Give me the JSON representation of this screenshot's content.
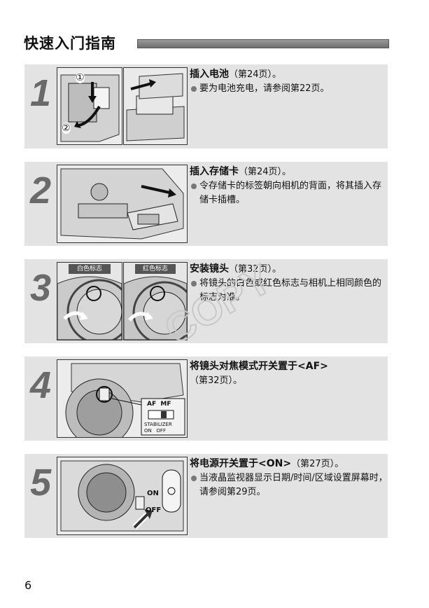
{
  "header": {
    "title": "快速入门指南"
  },
  "steps": [
    {
      "number": "1",
      "title": "插入电池",
      "page_ref": "（第24页）。",
      "bullets": [
        "要为电池充电，请参阅第22页。"
      ],
      "image_labels": {
        "callout_1": "①",
        "callout_2": "②"
      }
    },
    {
      "number": "2",
      "title": "插入存储卡",
      "page_ref": "（第24页）。",
      "bullets": [
        "令存储卡的标签朝向相机的背面，将其插入存储卡插槽。"
      ]
    },
    {
      "number": "3",
      "title": "安装镜头",
      "page_ref": "（第32页）。",
      "bullets": [
        "将镜头的白色或红色标志与相机上相同颜色的标志对准。"
      ],
      "image_labels": {
        "white_mark": "白色标志",
        "red_mark": "红色标志"
      }
    },
    {
      "number": "4",
      "title": "将镜头对焦模式开关置于<AF>",
      "page_ref": "（第32页）。",
      "bullets": [],
      "image_labels": {
        "af_mf": "AF  MF",
        "stabilizer": "STABILIZER",
        "on_off": "ON   OFF"
      }
    },
    {
      "number": "5",
      "title": "将电源开关置于<ON>",
      "page_ref": "（第27页）。",
      "bullets": [
        "当液晶监视器显示日期/时间/区域设置屏幕时，请参阅第29页。"
      ],
      "image_labels": {
        "on": "ON",
        "off": "OFF"
      }
    }
  ],
  "watermark": "COPY",
  "footer": {
    "page_number": "6"
  }
}
